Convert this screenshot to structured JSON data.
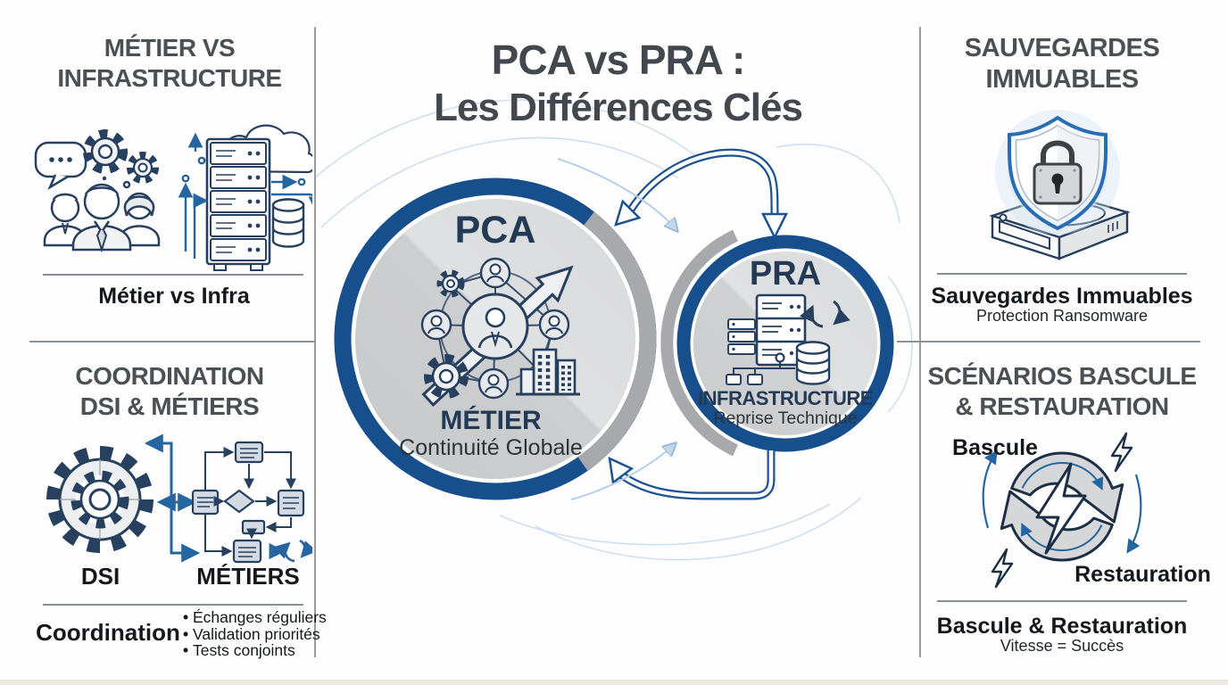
{
  "palette": {
    "ring_blue": "#174f8c",
    "icon_navy": "#27405f",
    "accent_blue": "#2565a0",
    "light_blue": "#b9cfe8",
    "heading_gray": "#4b5055",
    "text_dark": "#14181d",
    "circle_gray": "#d2d3d5",
    "arc_gray": "#a7a9ac"
  },
  "header": {
    "title_line1": "PCA vs PRA :",
    "title_line2": "Les Différences Clés"
  },
  "center": {
    "pca": {
      "title": "PCA",
      "label": "MÉTIER",
      "sublabel": "Continuité Globale"
    },
    "pra": {
      "title": "PRA",
      "label": "INFRASTRUCTURE",
      "sublabel": "Reprise Technique"
    }
  },
  "sections": {
    "top_left": {
      "heading_line1": "MÉTIER VS",
      "heading_line2": "INFRASTRUCTURE",
      "caption": "Métier vs Infra"
    },
    "bottom_left": {
      "heading_line1": "COORDINATION",
      "heading_line2": "DSI & MÉTIERS",
      "label_left": "DSI",
      "label_right": "MÉTIERS",
      "caption": "Coordination",
      "bullets": [
        "Échanges réguliers",
        "Validation priorités",
        "Tests conjoints"
      ]
    },
    "top_right": {
      "heading_line1": "SAUVEGARDES",
      "heading_line2": "IMMUABLES",
      "caption": "Sauvegardes Immuables",
      "subcaption": "Protection Ransomware"
    },
    "bottom_right": {
      "heading_line1": "SCÉNARIOS BASCULE",
      "heading_line2": "& RESTAURATION",
      "label_top": "Bascule",
      "label_bottom": "Restauration",
      "caption": "Bascule & Restauration",
      "subcaption": "Vitesse = Succès"
    }
  }
}
